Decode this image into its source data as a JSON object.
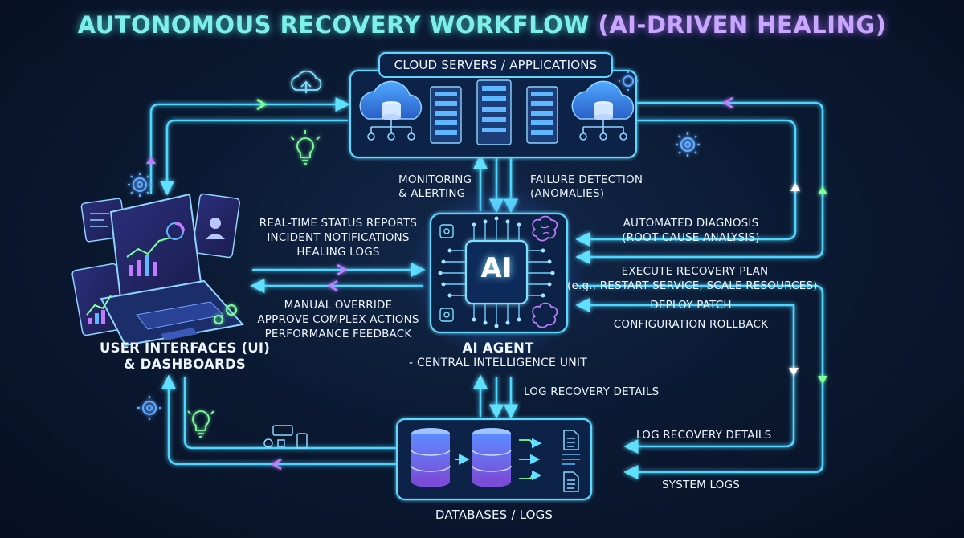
{
  "title": {
    "part1": "AUTONOMOUS RECOVERY WORKFLOW",
    "part2": "(AI-DRIVEN HEALING)"
  },
  "nodes": {
    "cloud": "CLOUD SERVERS / APPLICATIONS",
    "ui_line1": "USER INTERFACES (UI)",
    "ui_line2": "& DASHBOARDS",
    "agent_line1": "AI AGENT",
    "agent_line2": "- CENTRAL INTELLIGENCE UNIT",
    "agent_chip": "AI",
    "databases": "DATABASES / LOGS"
  },
  "edges": {
    "monitoring_1": "MONITORING",
    "monitoring_2": "& ALERTING",
    "failure_1": "FAILURE DETECTION",
    "failure_2": "(ANOMALIES)",
    "status_1": "REAL-TIME STATUS REPORTS",
    "status_2": "INCIDENT NOTIFICATIONS",
    "status_3": "HEALING LOGS",
    "override_1": "MANUAL OVERRIDE",
    "override_2": "APPROVE COMPLEX ACTIONS",
    "override_3": "PERFORMANCE FEEDBACK",
    "diagnosis_1": "AUTOMATED DIAGNOSIS",
    "diagnosis_2": "(ROOT CAUSE ANALYSIS)",
    "execute_1": "EXECUTE RECOVERY PLAN",
    "execute_2": "(e.g., RESTART SERVICE, SCALE RESOURCES)",
    "deploy": "DEPLOY PATCH",
    "rollback": "CONFIGURATION ROLLBACK",
    "log_recovery_center": "LOG RECOVERY DETAILS",
    "log_recovery_right": "LOG RECOVERY DETAILS",
    "system_logs": "SYSTEM LOGS"
  },
  "colors": {
    "flow": "#4fd6ff",
    "flow_glow": "#1aa8ff",
    "title_cyan": "#7ef0e8",
    "title_violet": "#c9a6ff",
    "accent_green": "#7dff9a",
    "accent_violet": "#c07bff",
    "box_fill": "#0f2446"
  },
  "icons": [
    "cloud-upload-icon",
    "lightbulb-icon",
    "gear-icon",
    "database-icon",
    "server-rack-icon",
    "brain-icon",
    "laptop-icon",
    "document-icon"
  ]
}
